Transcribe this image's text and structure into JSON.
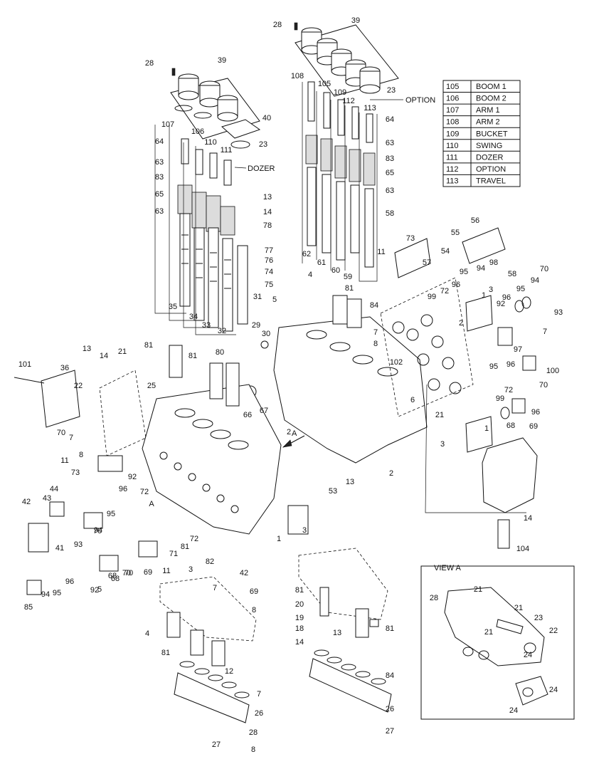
{
  "legend_table": {
    "rows": [
      {
        "code": "105",
        "name": "BOOM 1"
      },
      {
        "code": "106",
        "name": "BOOM 2"
      },
      {
        "code": "107",
        "name": "ARM 1"
      },
      {
        "code": "108",
        "name": "ARM 2"
      },
      {
        "code": "109",
        "name": "BUCKET"
      },
      {
        "code": "110",
        "name": "SWING"
      },
      {
        "code": "111",
        "name": "DOZER"
      },
      {
        "code": "112",
        "name": "OPTION"
      },
      {
        "code": "113",
        "name": "TRAVEL"
      }
    ]
  },
  "text_labels": {
    "dozer": "DOZER",
    "option": "OPTION",
    "view_a_title": "VIEW A",
    "arrow_a": "A"
  },
  "part_callouts": [
    "28",
    "39",
    "28",
    "39",
    "108",
    "105",
    "109",
    "23",
    "112",
    "113",
    "107",
    "106",
    "110",
    "111",
    "40",
    "23",
    "64",
    "63",
    "83",
    "65",
    "63",
    "64",
    "63",
    "83",
    "65",
    "63",
    "58",
    "13",
    "14",
    "78",
    "77",
    "76",
    "74",
    "75",
    "62",
    "61",
    "60",
    "59",
    "35",
    "34",
    "33",
    "32",
    "31",
    "56",
    "55",
    "73",
    "54",
    "11",
    "57",
    "98",
    "58",
    "70",
    "95",
    "94",
    "96",
    "72",
    "99",
    "1",
    "3",
    "92",
    "96",
    "95",
    "94",
    "93",
    "2",
    "4",
    "81",
    "84",
    "7",
    "5",
    "29",
    "30",
    "8",
    "7",
    "101",
    "36",
    "13",
    "14",
    "21",
    "22",
    "81",
    "81",
    "80",
    "102",
    "25",
    "6",
    "66",
    "67",
    "96",
    "97",
    "100",
    "70",
    "95",
    "99",
    "72",
    "96",
    "68",
    "69",
    "70",
    "7",
    "8",
    "21",
    "1",
    "3",
    "11",
    "73",
    "44",
    "43",
    "42",
    "41",
    "2",
    "A",
    "72",
    "92",
    "96",
    "95",
    "94",
    "93",
    "70",
    "1",
    "3",
    "2",
    "53",
    "13",
    "14",
    "104",
    "81",
    "72",
    "71",
    "11",
    "69",
    "70",
    "68",
    "92",
    "96",
    "95",
    "94",
    "85",
    "3",
    "82",
    "42",
    "5",
    "68",
    "70",
    "69",
    "8",
    "7",
    "4",
    "81",
    "12",
    "81",
    "20",
    "19",
    "18",
    "14",
    "13",
    "81",
    "84",
    "26",
    "27",
    "28",
    "8",
    "7",
    "26",
    "27",
    "28",
    "21",
    "21",
    "23",
    "22",
    "21",
    "24",
    "24",
    "24",
    "22",
    "22"
  ]
}
